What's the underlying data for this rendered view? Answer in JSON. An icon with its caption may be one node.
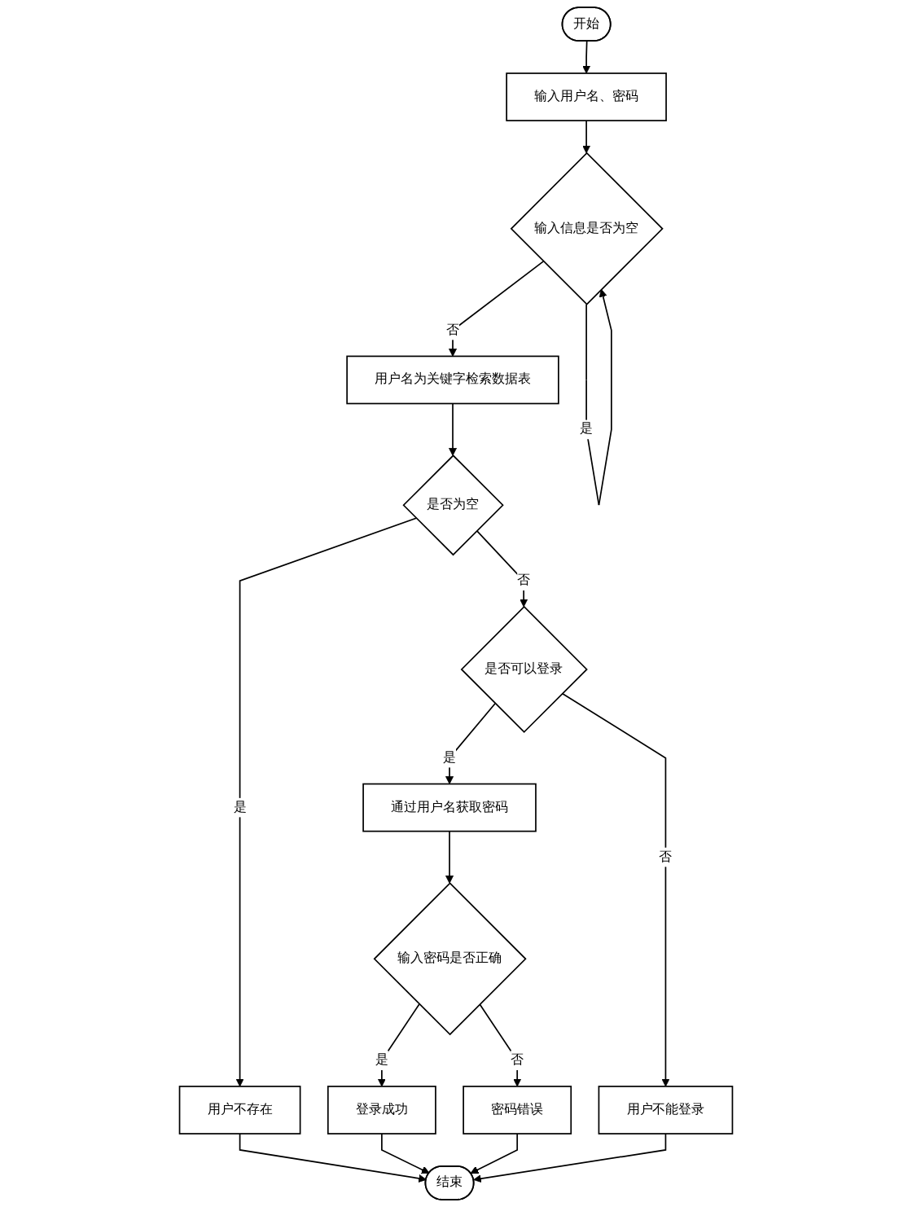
{
  "diagram": {
    "nodes": [
      {
        "text": [
          "开始"
        ]
      },
      {
        "text": [
          "输入用户名、密码"
        ]
      },
      {
        "text": [
          "输入信息是否为空"
        ]
      },
      {
        "text": [
          "用户名为关键字检索数据表"
        ]
      },
      {
        "text": [
          "是否为空"
        ]
      },
      {
        "text": [
          "是否可以登录"
        ]
      },
      {
        "text": [
          "用户不存在"
        ]
      },
      {
        "text": [
          "通过用户名获取密码"
        ]
      },
      {
        "text": [
          "用户不能登录"
        ]
      },
      {
        "text": [
          "输入密码是否正确"
        ]
      },
      {
        "text": [
          "登录成功"
        ]
      },
      {
        "text": [
          "密码错误"
        ]
      },
      {
        "text": [
          "结束"
        ]
      }
    ],
    "edges": [
      {
        "from": 0,
        "to": 1,
        "arrow": "to"
      },
      {
        "from": 1,
        "to": 2,
        "arrow": "to"
      },
      {
        "from": 2,
        "to": 2,
        "arrow": "to",
        "label": "是"
      },
      {
        "from": 2,
        "to": 3,
        "arrow": "to",
        "label": "否"
      },
      {
        "from": 3,
        "to": 4,
        "arrow": "to"
      },
      {
        "from": 4,
        "to": 6,
        "arrow": "to",
        "label": "是"
      },
      {
        "from": 4,
        "to": 5,
        "arrow": "to",
        "label": "否"
      },
      {
        "from": 5,
        "to": 7,
        "arrow": "to",
        "label": "是"
      },
      {
        "from": 5,
        "to": 8,
        "arrow": "to",
        "label": "否"
      },
      {
        "from": 7,
        "to": 9,
        "arrow": "to"
      },
      {
        "from": 9,
        "to": 10,
        "arrow": "to",
        "label": "是"
      },
      {
        "from": 9,
        "to": 11,
        "arrow": "to",
        "label": "否"
      },
      {
        "from": 6,
        "to": 12,
        "arrow": "to"
      },
      {
        "from": 10,
        "to": 12,
        "arrow": "to"
      },
      {
        "from": 11,
        "to": 12,
        "arrow": "to"
      },
      {
        "from": 8,
        "to": 12,
        "arrow": "to"
      }
    ]
  }
}
